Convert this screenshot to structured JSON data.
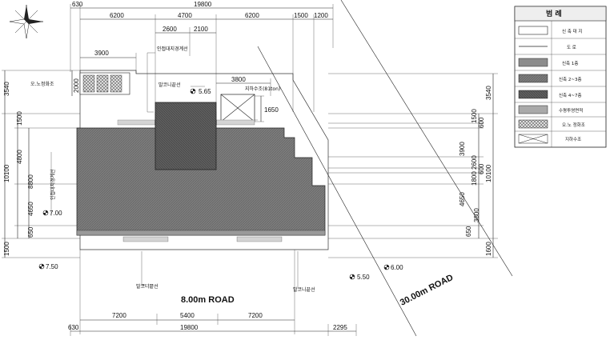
{
  "dimensions": {
    "top_total": "19800",
    "top_left_offset": "630",
    "top_segments": [
      "6200",
      "4700",
      "6200",
      "1500",
      "1200"
    ],
    "top_sub": [
      "2600",
      "2100"
    ],
    "top_tank_width": "3900",
    "upper_right_width": "3800",
    "bottom_total": "19800",
    "bottom_left_offset": "630",
    "bottom_right_offset": "2295",
    "bottom_segments": [
      "7200",
      "5400",
      "7200"
    ],
    "left_outer_top": "3540",
    "left_outer_mid": "10100",
    "left_outer_bot": "1500",
    "left_inner": [
      "1500",
      "4800",
      "8800",
      "4650",
      "650"
    ],
    "left_tank": "2000",
    "right_outer_top": "3540",
    "right_outer_mid": "10100",
    "right_outer_bot": "1600",
    "right_inner": [
      "1500",
      "600",
      "3900",
      "2600",
      "600",
      "1800",
      "4650",
      "3800",
      "650"
    ],
    "tank_small": "1650"
  },
  "labels": {
    "sewage_tank": "오.노정화조",
    "adjacent_boundary_top": "인접대지경계선",
    "adjacent_boundary_left": "인접대지경계선",
    "balcony_top": "발코니끝선",
    "underground_tank": "지하수조(81ton)",
    "level_top": "5.65",
    "level_left": "7.00",
    "level_bottom_left": "7.50",
    "level_bottom_mid": "5.50",
    "level_bottom_right": "6.00",
    "balcony_bottom_left": "발코니끝선",
    "balcony_bottom_right": "발코니끝선"
  },
  "roads": {
    "road_8m": "8.00m ROAD",
    "road_30m": "30.00m ROAD"
  },
  "legend": {
    "title": "범 례",
    "items": [
      {
        "label": "신 축 대 지",
        "swatch": "site-boundary"
      },
      {
        "label": "도 로",
        "swatch": "road"
      },
      {
        "label": "신축 1층",
        "swatch": "floor-1"
      },
      {
        "label": "신축 2~3층",
        "swatch": "floor-2-3"
      },
      {
        "label": "신축 4~7층",
        "swatch": "floor-4-7"
      },
      {
        "label": "수평투영면적",
        "swatch": "horizontal-projection"
      },
      {
        "label": "오.노 정화조",
        "swatch": "sewage-tank"
      },
      {
        "label": "지하수조",
        "swatch": "underground-tank"
      }
    ]
  },
  "colors": {
    "floor_1": "#8c8c8c",
    "floor_2_3": "#6e6e6e",
    "floor_4_7": "#555555",
    "projection": "#a9a9a9",
    "line": "#222222"
  }
}
